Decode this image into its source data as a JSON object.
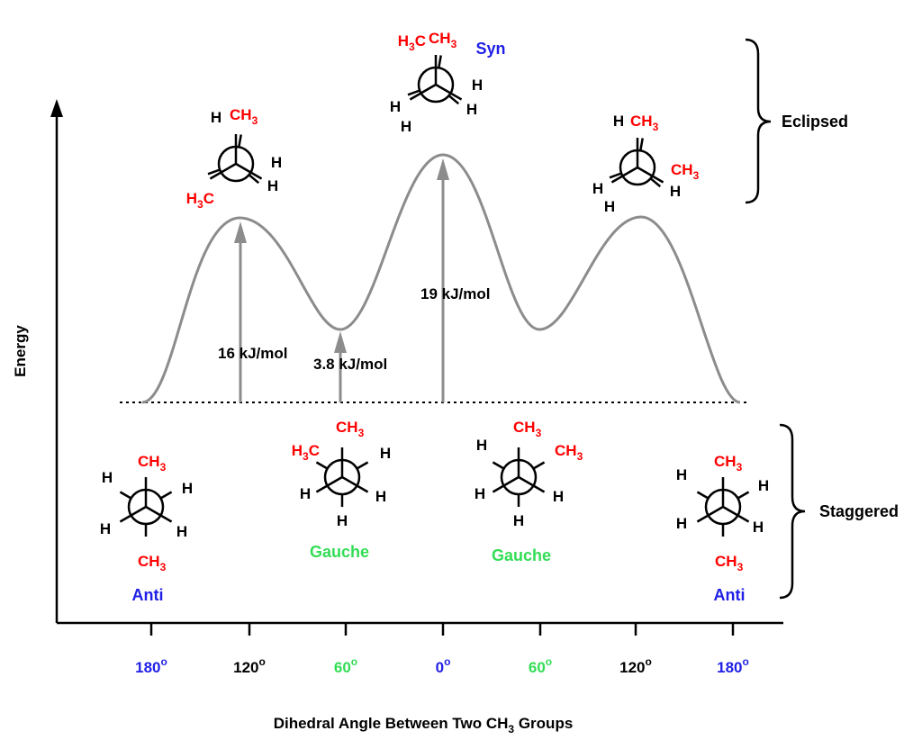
{
  "axes": {
    "y_label": "Energy",
    "x_label_prefix": "Dihedral Angle Between Two CH",
    "x_label_sub": "3",
    "x_label_suffix": " Groups",
    "ticks": [
      {
        "label": "180",
        "sup": "o",
        "color": "#1f1fe6"
      },
      {
        "label": "120",
        "sup": "o",
        "color": "#000000"
      },
      {
        "label": "60",
        "sup": "o",
        "color": "#33dd55"
      },
      {
        "label": "0",
        "sup": "o",
        "color": "#1f1fe6"
      },
      {
        "label": "60",
        "sup": "o",
        "color": "#33dd55"
      },
      {
        "label": "120",
        "sup": "o",
        "color": "#000000"
      },
      {
        "label": "180",
        "sup": "o",
        "color": "#1f1fe6"
      }
    ]
  },
  "energies": {
    "e1": "16 kJ/mol",
    "e2": "3.8 kJ/mol",
    "e3": "19 kJ/mol"
  },
  "groups": {
    "eclipsed": "Eclipsed",
    "staggered": "Staggered"
  },
  "conformers": {
    "syn": "Syn",
    "anti": "Anti",
    "gauche": "Gauche"
  },
  "chem": {
    "h": "H",
    "c": "C",
    "three": "3"
  },
  "colors": {
    "red": "#ff0000",
    "blue": "#1f1fe6",
    "green": "#33dd55",
    "curve": "#8c8c8c"
  }
}
